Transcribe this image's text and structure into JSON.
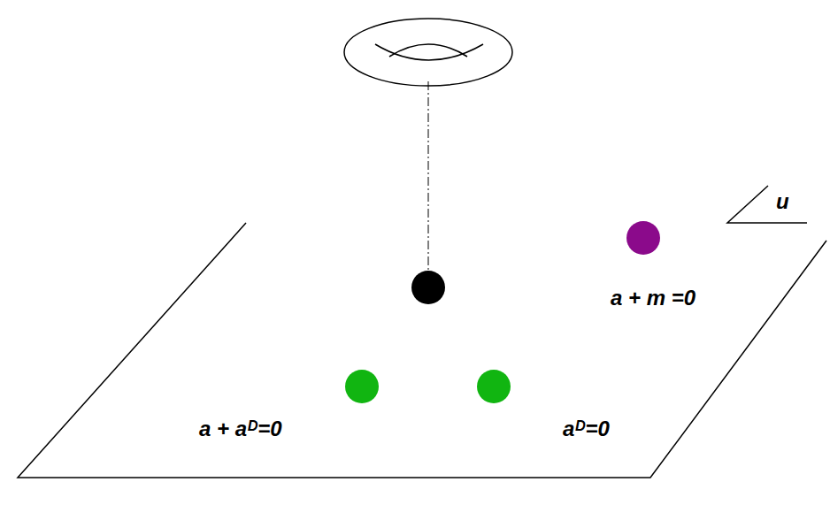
{
  "diagram": {
    "labels": [
      "u",
      "a + m =0",
      "a + aᴰ=0",
      "aᴰ=0"
    ]
  }
}
